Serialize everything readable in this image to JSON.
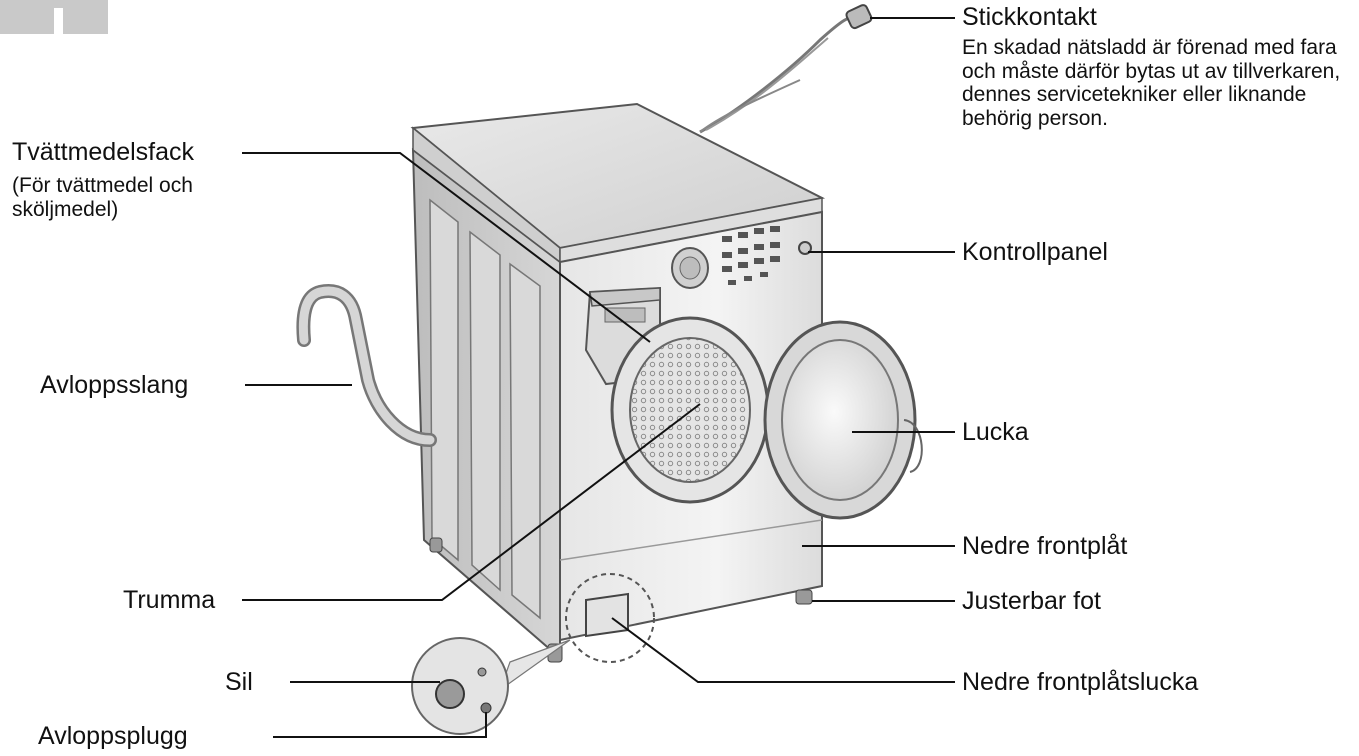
{
  "diagram": {
    "labels": {
      "stickkontakt": "Stickkontakt",
      "stickkontakt_note": "En skadad nätsladd är förenad med fara och måste därför bytas ut av tillverkaren, dennes servicetekniker eller liknande behörig person.",
      "tvattmedelsfack": "Tvättmedelsfack",
      "tvattmedelsfack_note": "(För tvättmedel och sköljmedel)",
      "kontrollpanel": "Kontrollpanel",
      "avloppsslang": "Avloppsslang",
      "lucka": "Lucka",
      "nedre_frontplat": "Nedre frontplåt",
      "trumma": "Trumma",
      "justerbar_fot": "Justerbar fot",
      "sil": "Sil",
      "nedre_frontplatslucka": "Nedre frontplåtslucka",
      "avloppsplugg": "Avloppsplugg"
    }
  }
}
